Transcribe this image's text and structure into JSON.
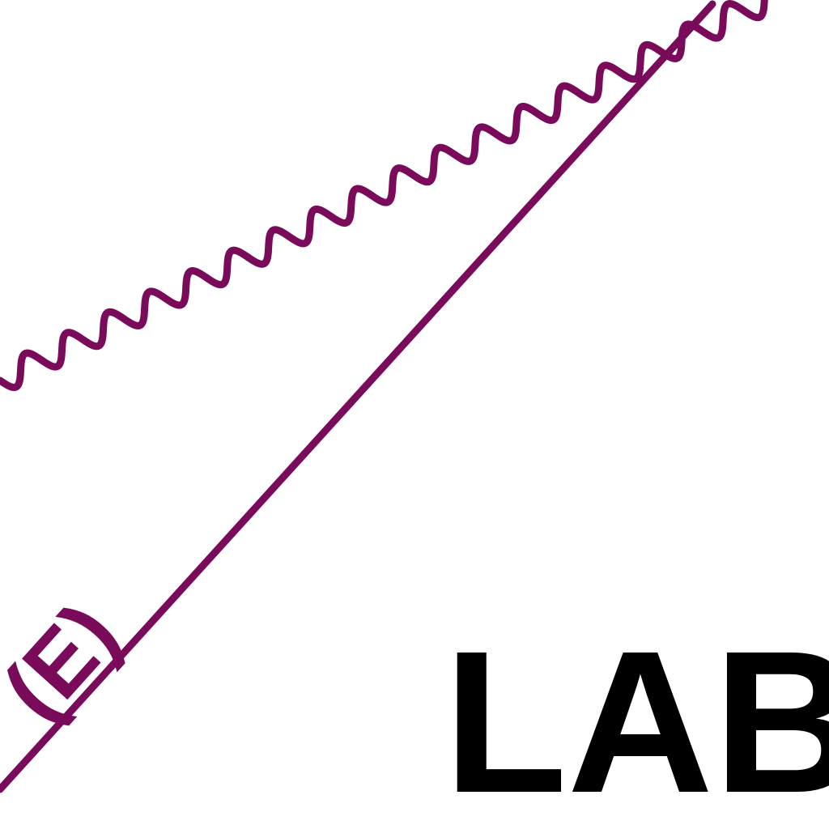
{
  "diagram": {
    "colors": {
      "line": "#7a0a5a",
      "label": "#000000",
      "background": "#ffffff"
    },
    "elements": {
      "wavy_line": {
        "kind": "wavy"
      },
      "straight_line": {
        "kind": "straight"
      }
    },
    "line_label": "(E)",
    "caption": "LAB"
  }
}
